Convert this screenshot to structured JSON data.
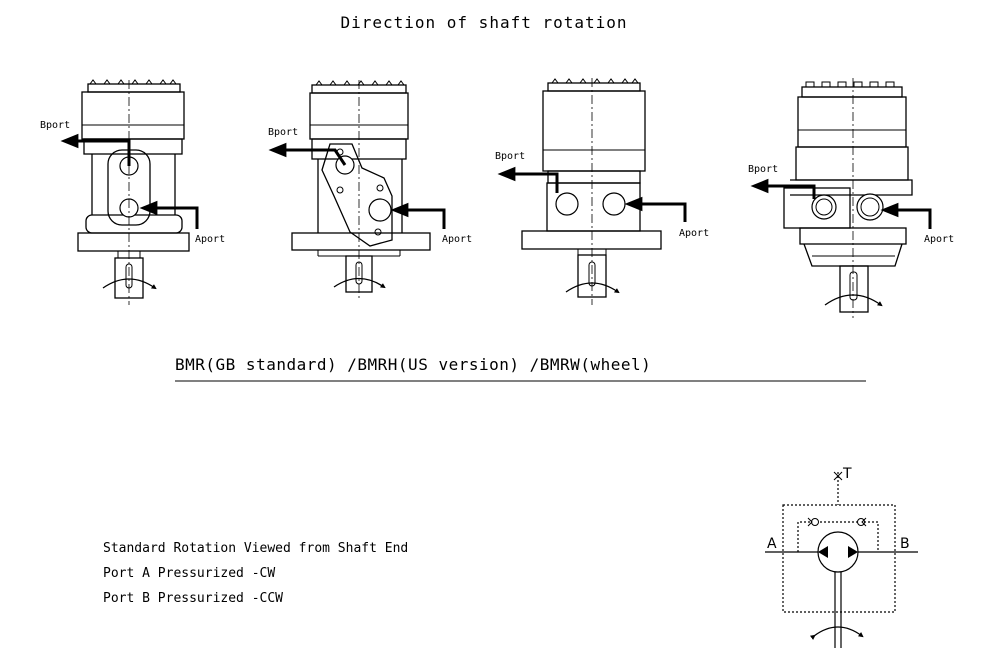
{
  "title": "Direction of shaft rotation",
  "subtitle": "BMR(GB standard) /BMRH(US version) /BMRW(wheel)",
  "motors": [
    {
      "bport": "Bport",
      "aport": "Aport"
    },
    {
      "bport": "Bport",
      "aport": "Aport"
    },
    {
      "bport": "Bport",
      "aport": "Aport"
    },
    {
      "bport": "Bport",
      "aport": "Aport"
    }
  ],
  "notes": {
    "line1": "Standard Rotation Viewed from Shaft End",
    "line2": "Port A Pressurized -CW",
    "line3": "Port B Pressurized -CCW"
  },
  "symbol": {
    "t_label": "T",
    "a_label": "A",
    "b_label": "B"
  }
}
